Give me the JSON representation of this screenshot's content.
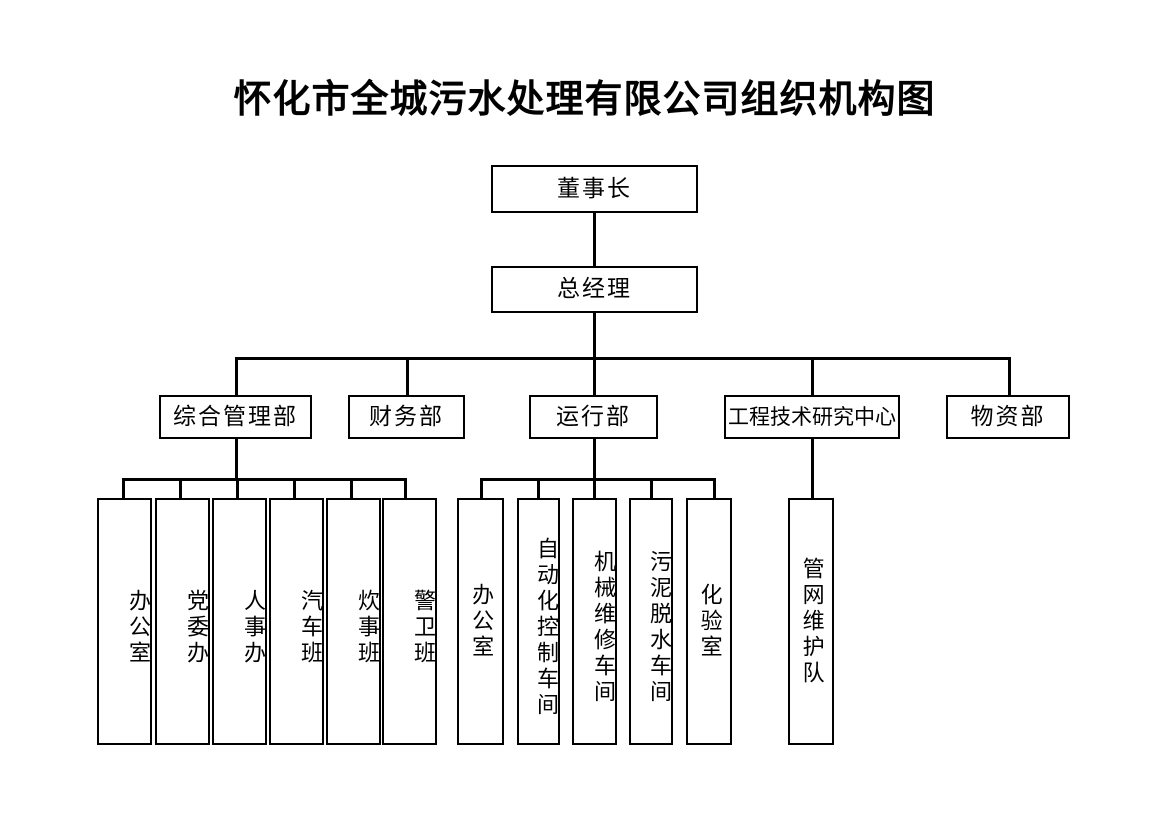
{
  "title": "怀化市全城污水处理有限公司组织机构图",
  "colors": {
    "line": "#000000",
    "box_border": "#000000",
    "box_fill": "#ffffff",
    "text": "#000000",
    "background": "#ffffff"
  },
  "chart_data": {
    "type": "diagram",
    "subtype": "organization-chart",
    "title": "怀化市全城污水处理有限公司组织机构图",
    "orientation": "top-down",
    "levels": 4,
    "nodes": [
      {
        "id": "chairman",
        "label": "董事长",
        "level": 1,
        "parent": null
      },
      {
        "id": "gm",
        "label": "总经理",
        "level": 2,
        "parent": "chairman"
      },
      {
        "id": "dept1",
        "label": "综合管理部",
        "level": 3,
        "parent": "gm"
      },
      {
        "id": "dept2",
        "label": "财务部",
        "level": 3,
        "parent": "gm"
      },
      {
        "id": "dept3",
        "label": "运行部",
        "level": 3,
        "parent": "gm"
      },
      {
        "id": "dept4",
        "label": "工程技术研究中心",
        "level": 3,
        "parent": "gm"
      },
      {
        "id": "dept5",
        "label": "物资部",
        "level": 3,
        "parent": "gm"
      },
      {
        "id": "u1",
        "label": "办公室",
        "level": 4,
        "parent": "dept1"
      },
      {
        "id": "u2",
        "label": "党委办",
        "level": 4,
        "parent": "dept1"
      },
      {
        "id": "u3",
        "label": "人事办",
        "level": 4,
        "parent": "dept1"
      },
      {
        "id": "u4",
        "label": "汽车班",
        "level": 4,
        "parent": "dept1"
      },
      {
        "id": "u5",
        "label": "炊事班",
        "level": 4,
        "parent": "dept1"
      },
      {
        "id": "u6",
        "label": "警卫班",
        "level": 4,
        "parent": "dept1"
      },
      {
        "id": "u7",
        "label": "办公室",
        "level": 4,
        "parent": "dept3"
      },
      {
        "id": "u8",
        "label": "自动化控制车间",
        "level": 4,
        "parent": "dept3"
      },
      {
        "id": "u9",
        "label": "机械维修车间",
        "level": 4,
        "parent": "dept3"
      },
      {
        "id": "u10",
        "label": "污泥脱水车间",
        "level": 4,
        "parent": "dept3"
      },
      {
        "id": "u11",
        "label": "化验室",
        "level": 4,
        "parent": "dept3"
      },
      {
        "id": "u12",
        "label": "管网维护队",
        "level": 4,
        "parent": "dept4"
      }
    ]
  },
  "top": {
    "chairman": "董事长",
    "general_manager": "总经理"
  },
  "departments": [
    {
      "label": "综合管理部"
    },
    {
      "label": "财务部"
    },
    {
      "label": "运行部"
    },
    {
      "label": "工程技术研究中心"
    },
    {
      "label": "物资部"
    }
  ],
  "admin_units": [
    {
      "label": "办公室"
    },
    {
      "label": "党委办"
    },
    {
      "label": "人事办"
    },
    {
      "label": "汽车班"
    },
    {
      "label": "炊事班"
    },
    {
      "label": "警卫班"
    }
  ],
  "operation_units": [
    {
      "label": "办公室"
    },
    {
      "label": "自动化控制车间"
    },
    {
      "label": "机械维修车间"
    },
    {
      "label": "污泥脱水车间"
    },
    {
      "label": "化验室"
    }
  ],
  "engineering_units": [
    {
      "label": "管网维护队"
    }
  ]
}
